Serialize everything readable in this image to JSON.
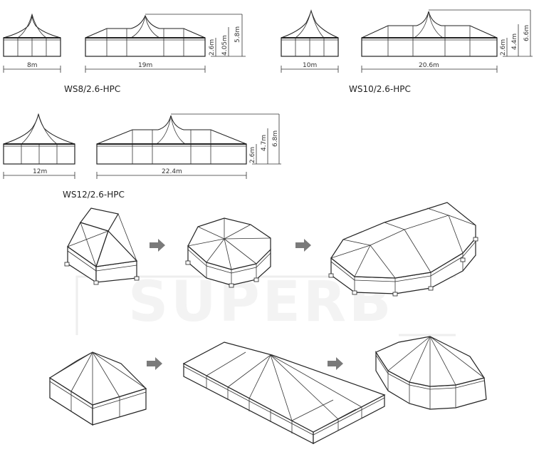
{
  "watermark": "SUPERB",
  "models": [
    {
      "name": "WS8/2.6-HPC",
      "square_width": "8m",
      "long_length": "19m",
      "heights": [
        "2.6m",
        "4.05m",
        "5.8m"
      ]
    },
    {
      "name": "WS10/2.6-HPC",
      "square_width": "10m",
      "long_length": "20.6m",
      "heights": [
        "2.6m",
        "4.4m",
        "6.6m"
      ]
    },
    {
      "name": "WS12/2.6-HPC",
      "square_width": "12m",
      "long_length": "22.4m",
      "heights": [
        "2.6m",
        "4.7m",
        "6.8m"
      ]
    }
  ],
  "colors": {
    "line": "#222222",
    "arrow": "#7a7a7a",
    "watermark": "#f3f3f3"
  },
  "icons": [
    "arrow-right-icon"
  ]
}
